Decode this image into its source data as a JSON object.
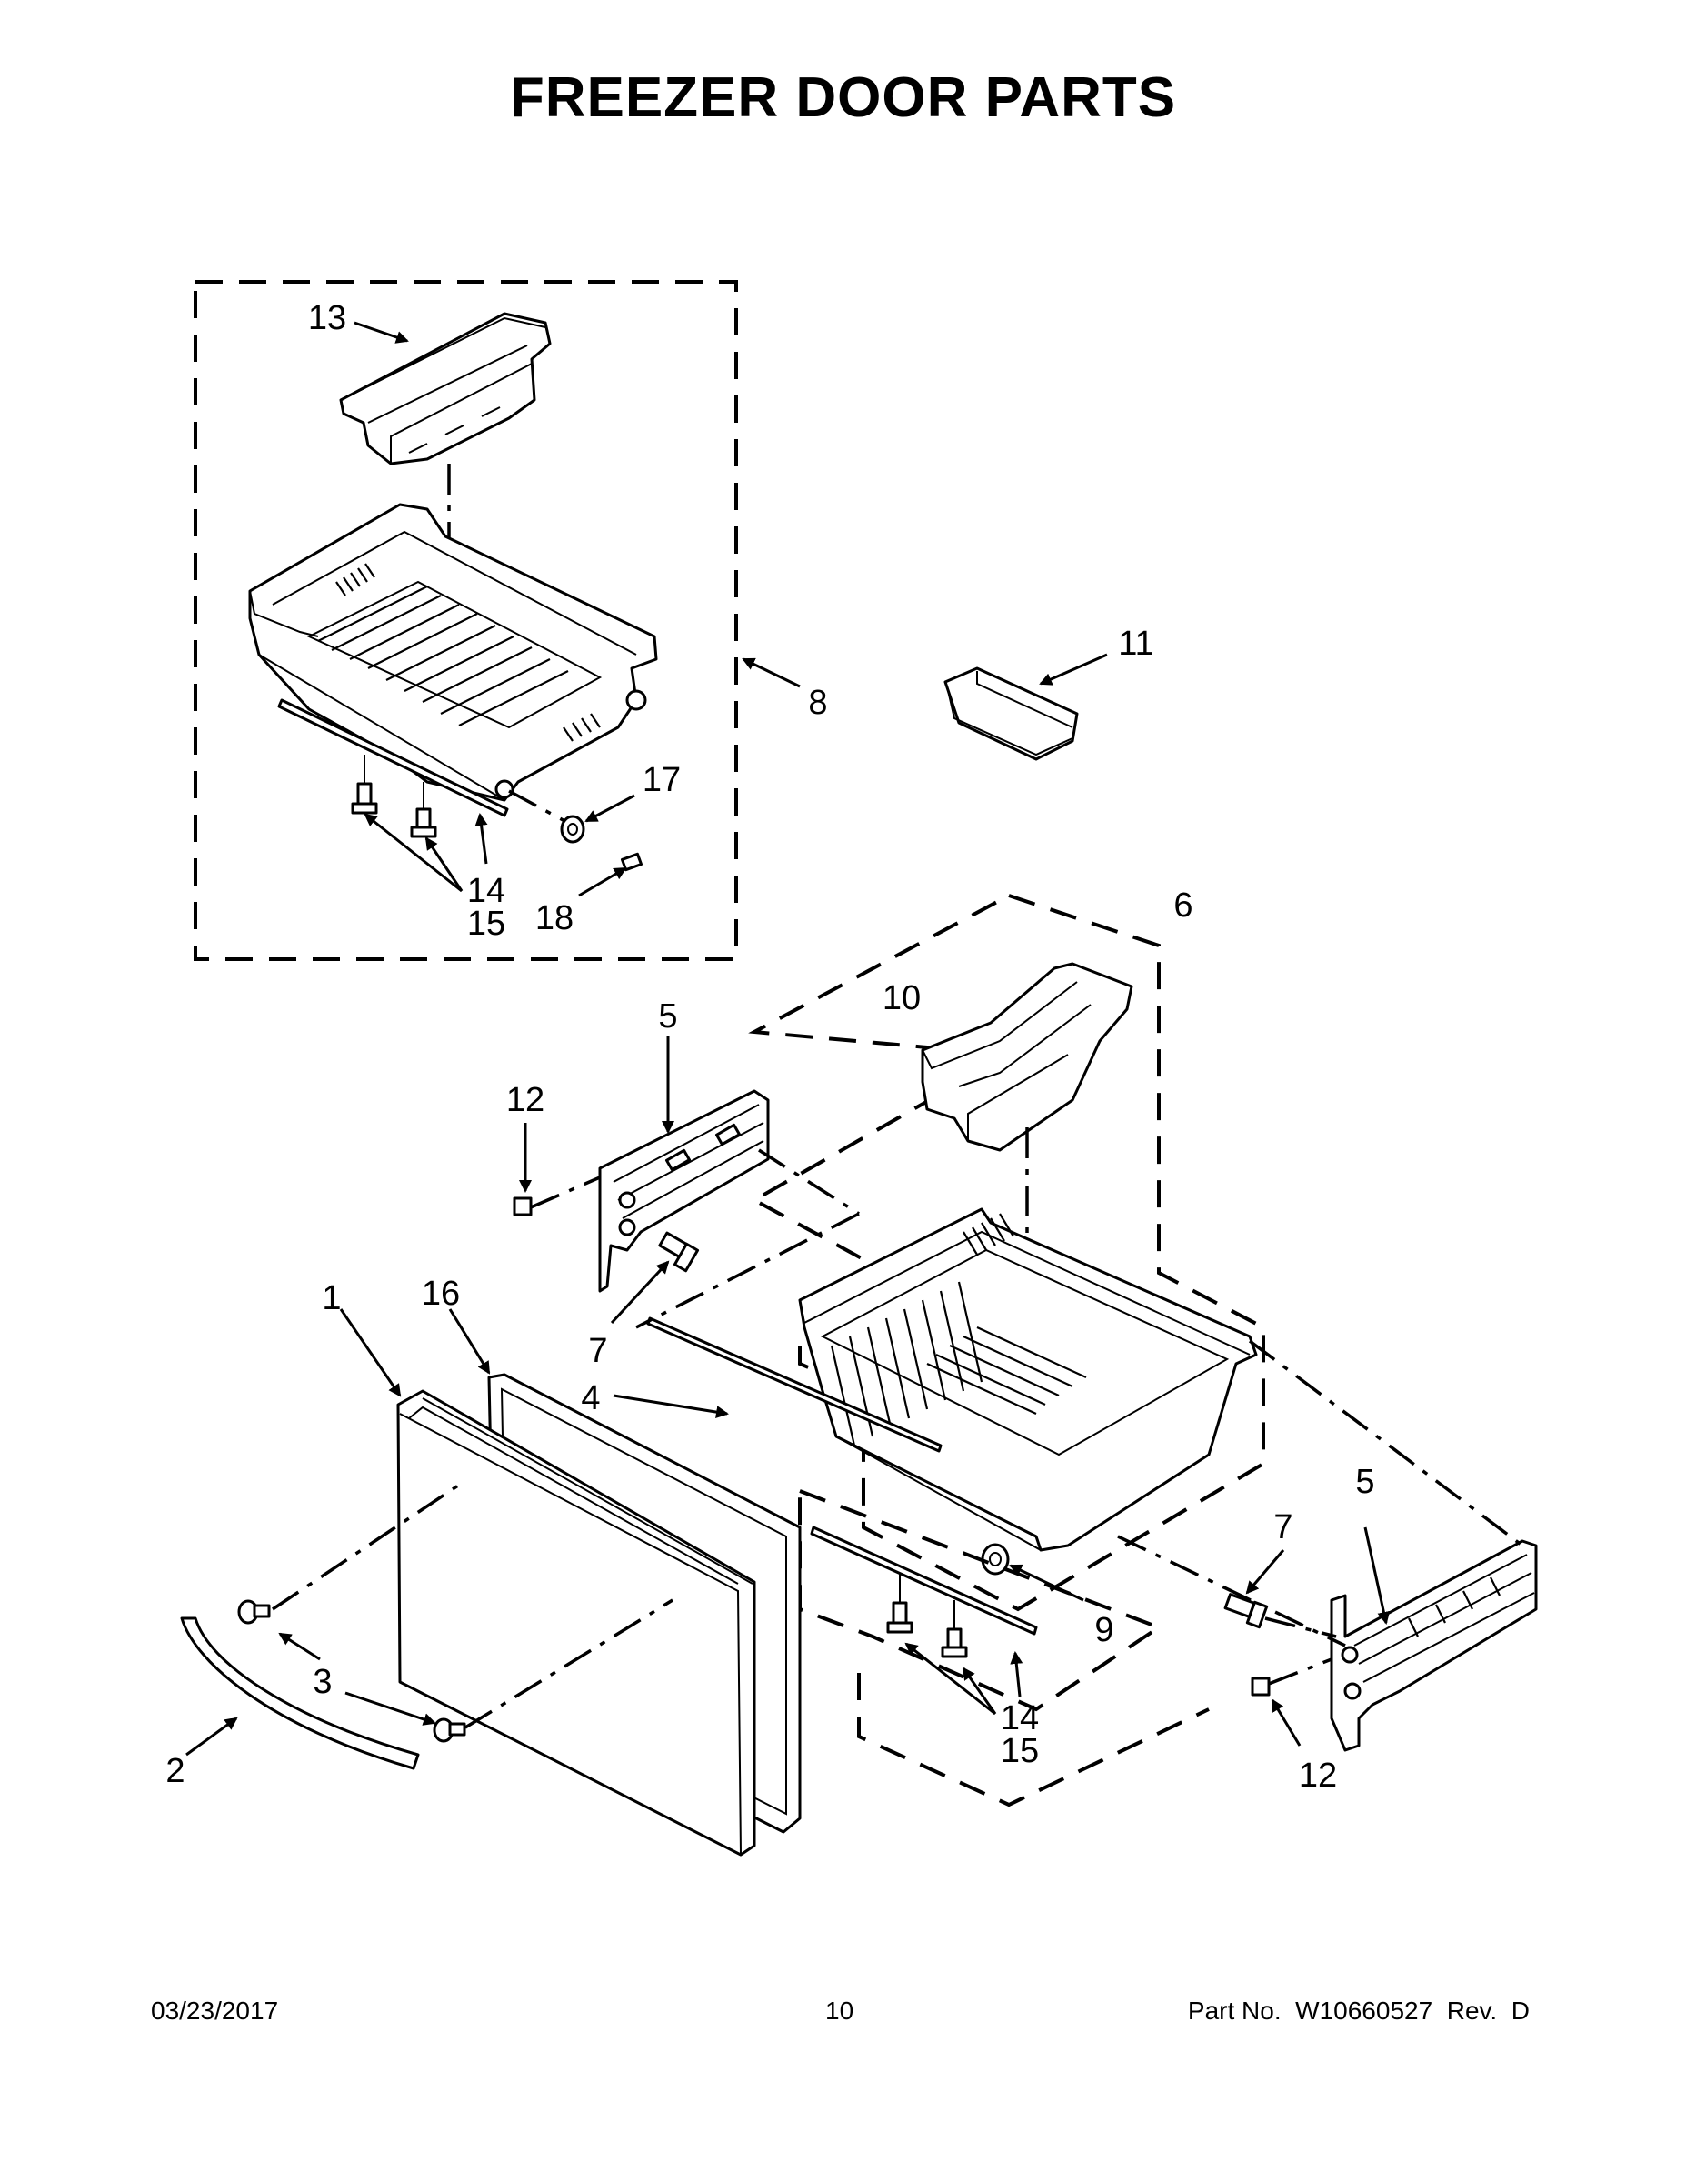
{
  "title": "FREEZER DOOR PARTS",
  "callouts": {
    "c1": "1",
    "c2": "2",
    "c3": "3",
    "c4": "4",
    "c5a": "5",
    "c5b": "5",
    "c6": "6",
    "c7a": "7",
    "c7b": "7",
    "c8": "8",
    "c9": "9",
    "c10": "10",
    "c11": "11",
    "c12a": "12",
    "c12b": "12",
    "c13": "13",
    "c14a": "14",
    "c15a": "15",
    "c14b": "14",
    "c15b": "15",
    "c16": "16",
    "c17": "17",
    "c18": "18"
  },
  "footer": {
    "date": "03/23/2017",
    "page": "10",
    "part_no": "Part No.  W10660527  Rev.  D"
  }
}
